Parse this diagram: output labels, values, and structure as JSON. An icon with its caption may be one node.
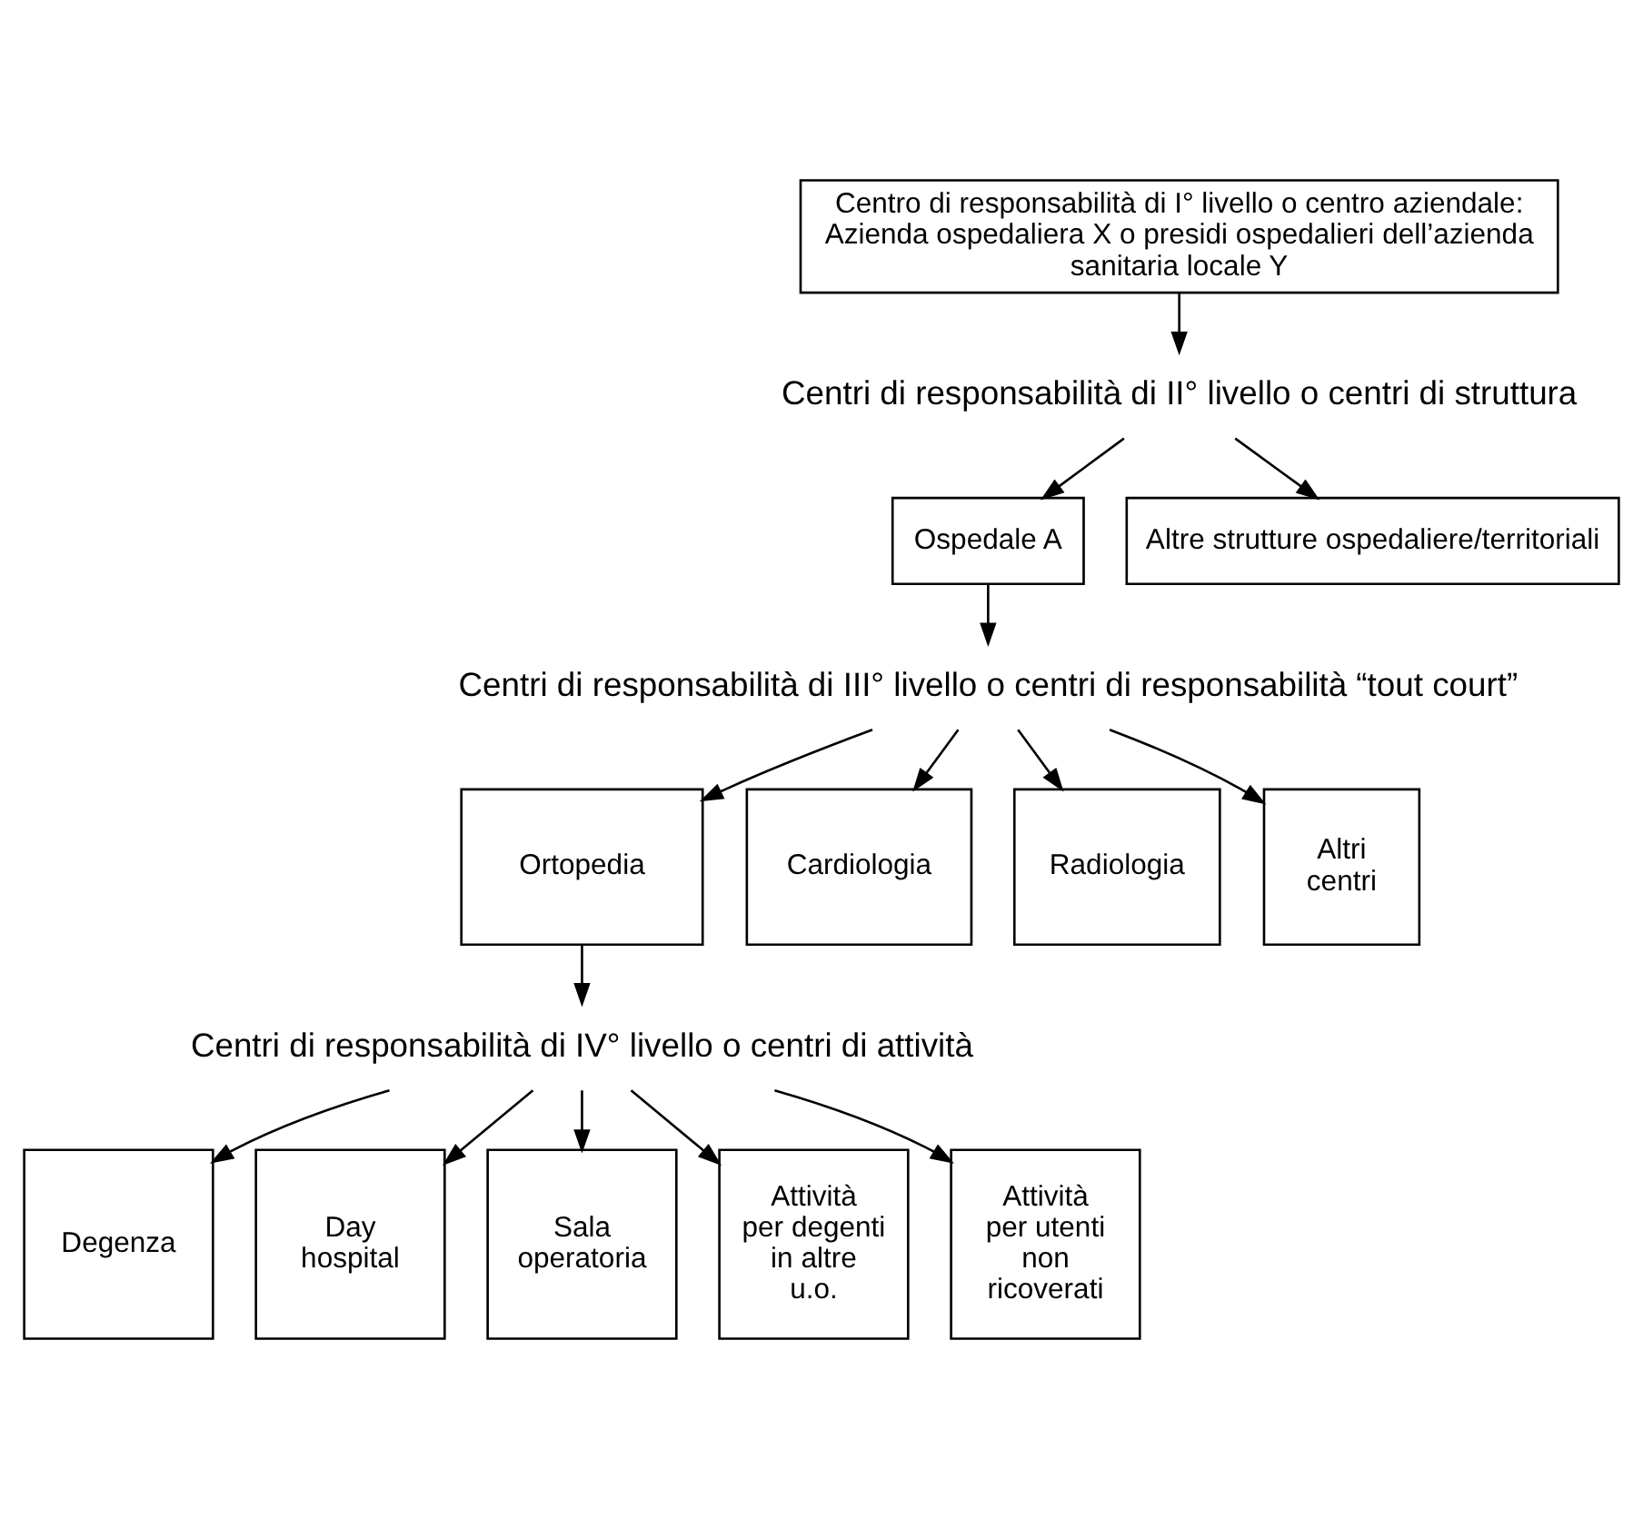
{
  "diagram": {
    "nodes": [
      {
        "text": [
          "Centro di responsabilità di I° livello o centro aziendale: Azienda ospedaliera X o presidi ospedalieri dell’azienda sanitaria locale Y"
        ]
      },
      {
        "text": [
          "Centri di responsabilità di II° livello o centri di struttura"
        ]
      },
      {
        "text": [
          "Ospedale A"
        ]
      },
      {
        "text": [
          "Altre strutture ospedaliere/territoriali"
        ]
      },
      {
        "text": [
          "Centri di responsabilità di III° livello o centri di responsabilità “tout court”"
        ]
      },
      {
        "text": [
          "Ortopedia"
        ]
      },
      {
        "text": [
          "Cardiologia"
        ]
      },
      {
        "text": [
          "Radiologia"
        ]
      },
      {
        "text": [
          "Altri centri"
        ]
      },
      {
        "text": [
          "Centri di responsabilità di IV° livello o centri di attività"
        ]
      },
      {
        "text": [
          "Degenza"
        ]
      },
      {
        "text": [
          "Day hospital"
        ]
      },
      {
        "text": [
          "Sala operatoria"
        ]
      },
      {
        "text": [
          "Attività per degenti in altre u.o."
        ]
      },
      {
        "text": [
          "Attività per utenti non ricoverati"
        ]
      }
    ],
    "edges": [
      {
        "from": 0,
        "to": 1,
        "arrow": "to"
      },
      {
        "from": 1,
        "to": 2,
        "arrow": "to"
      },
      {
        "from": 1,
        "to": 3,
        "arrow": "to"
      },
      {
        "from": 2,
        "to": 4,
        "arrow": "to"
      },
      {
        "from": 4,
        "to": 5,
        "arrow": "to"
      },
      {
        "from": 4,
        "to": 6,
        "arrow": "to"
      },
      {
        "from": 4,
        "to": 7,
        "arrow": "to"
      },
      {
        "from": 4,
        "to": 8,
        "arrow": "to"
      },
      {
        "from": 5,
        "to": 9,
        "arrow": "to"
      },
      {
        "from": 9,
        "to": 10,
        "arrow": "to"
      },
      {
        "from": 9,
        "to": 11,
        "arrow": "to"
      },
      {
        "from": 9,
        "to": 12,
        "arrow": "to"
      },
      {
        "from": 9,
        "to": 13,
        "arrow": "to"
      },
      {
        "from": 9,
        "to": 14,
        "arrow": "to"
      }
    ]
  }
}
